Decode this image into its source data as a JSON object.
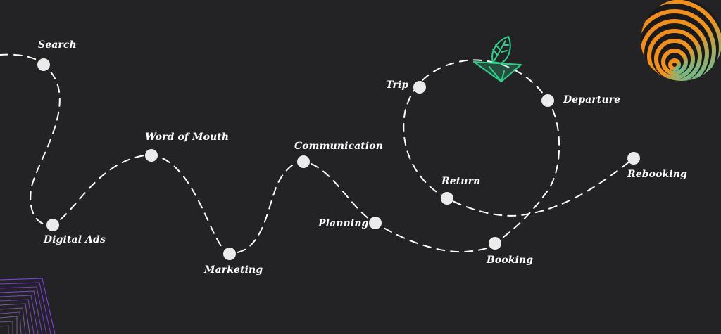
{
  "stages": [
    {
      "id": "search",
      "label": "Search"
    },
    {
      "id": "digital-ads",
      "label": "Digital Ads"
    },
    {
      "id": "word-of-mouth",
      "label": "Word of Mouth"
    },
    {
      "id": "marketing",
      "label": "Marketing"
    },
    {
      "id": "communication",
      "label": "Communication"
    },
    {
      "id": "planning",
      "label": "Planning"
    },
    {
      "id": "booking",
      "label": "Booking"
    },
    {
      "id": "return",
      "label": "Return"
    },
    {
      "id": "trip",
      "label": "Trip"
    },
    {
      "id": "departure",
      "label": "Departure"
    },
    {
      "id": "rebooking",
      "label": "Rebooking"
    }
  ],
  "colors": {
    "background": "#232224",
    "path": "#ffffff",
    "node": "#ebebeb",
    "icon": "#2fd08a",
    "sphere_orange": "#f08a1e",
    "sphere_green": "#40c7b0",
    "corner_purple": "#8a3ffc"
  },
  "icons": [
    "paper-plane-leaf-icon",
    "striped-sphere-decoration",
    "purple-line-decoration"
  ]
}
